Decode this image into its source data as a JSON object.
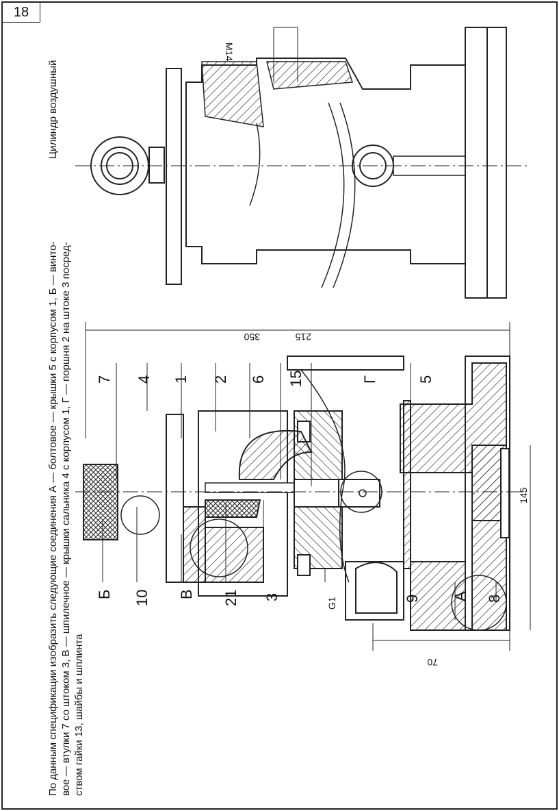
{
  "page_number": "18",
  "title": "Цилиндр воздушный",
  "caption": [
    "По данным спецификации изобразить следующие соединения  А — болтовое  — крышки 5 с корпусом 1, Б — винто-",
    "вое — втулки 7 со штоком 3, В —  шпилечное  — крышки сальника 4 с корпусом 1, Г — поршня 2 на штоке 3 посред-",
    "ством гайки 13, шайбы и шплинта"
  ],
  "callouts": {
    "bottom_row": [
      "Б",
      "10",
      "В",
      "21",
      "3",
      "G1",
      "9",
      "А",
      "8"
    ],
    "top_row": [
      "7",
      "4",
      "1",
      "2",
      "6",
      "15",
      "Г",
      "5"
    ]
  },
  "dimensions": {
    "d350": "350",
    "d215": "215",
    "d145": "145",
    "d70": "70",
    "m14": "M14"
  }
}
